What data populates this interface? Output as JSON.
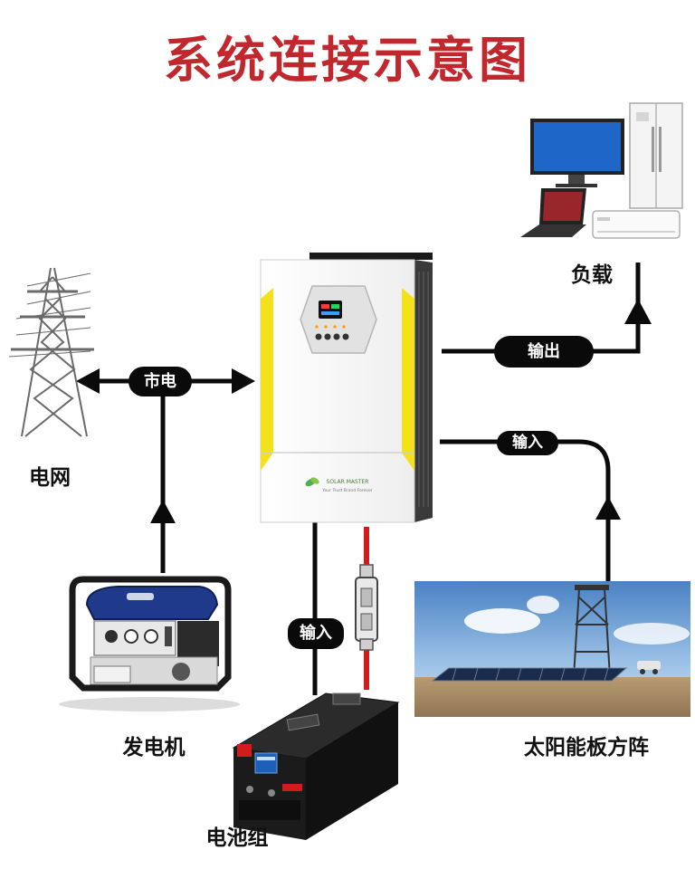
{
  "title": "系统连接示意图",
  "colors": {
    "title": "#c0282d",
    "line": "#0a0a0a",
    "accent_yellow": "#f3e11b",
    "cable_red": "#d01c1c"
  },
  "nodes": {
    "grid": "电网",
    "generator": "发电机",
    "battery": "电池组",
    "solar": "太阳能板方阵",
    "load": "负载",
    "inverter": "inverter"
  },
  "connections": {
    "grid": "市电",
    "output": "输出",
    "solar_input": "输入",
    "battery_input": "输入"
  },
  "inverter_brand": "SOLAR MASTER",
  "inverter_tagline": "Your Trust Brand Forever"
}
